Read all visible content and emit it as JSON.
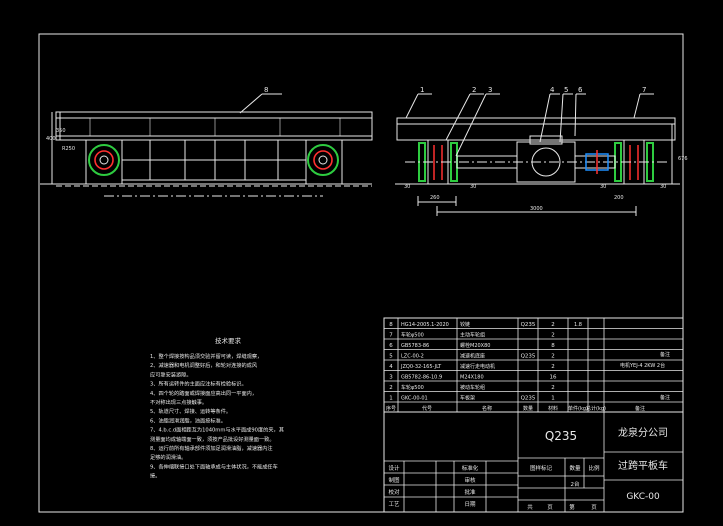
{
  "views": {
    "side": {
      "balloons": [
        "8"
      ],
      "dims_left": [
        "400",
        "350",
        "R250"
      ],
      "dim_bottom_left": ""
    },
    "end": {
      "balloons": [
        "1",
        "2",
        "3",
        "4",
        "5",
        "6",
        "7"
      ],
      "dims": [
        "30",
        "30",
        "260",
        "30",
        "30",
        "3000",
        "676",
        "200"
      ]
    }
  },
  "notes": {
    "title": "技术要求",
    "lines": [
      "1、整个焊接按构品须交验并留可读，焊缝观察，",
      "2、减速器和电机调整好后，和轮对连接的成风",
      "   应可靠安装游隙。",
      "3、所有运转件的主面应注标有检验标识。",
      "4、四个轮的踏面或焊接面应高出同一平面内，",
      "   不对称出现三点接触事。",
      "5、轨道尺寸、焊接、运转等条件。",
      "6、油脂润滑润脂，油面按标准。",
      "7、4.b.c.d面相距互为1040mm与水平面成90度的夹，其",
      "   测量面均成轴端面一致，须按产品批设好测量面一致。",
      "8、运行前所有轴承部件须加足润滑油脂，减速器内注",
      "   足够的润滑油。",
      "9、各伸缩联接口处下面轴承成与主体状况，不能成任车",
      "   接。"
    ]
  },
  "bom": {
    "rows": [
      {
        "seq": "8",
        "code": "HG14-2005.1-2020",
        "name": "铰链",
        "qty": "2",
        "material": "Q235",
        "mass": "",
        "note": "1.8"
      },
      {
        "seq": "7",
        "code": "车轮φ500",
        "name": "主动车轮组",
        "qty": "2",
        "material": "",
        "mass": "",
        "note": ""
      },
      {
        "seq": "6",
        "code": "GB5783-86",
        "name": "螺栓M20X80",
        "qty": "8",
        "material": "",
        "mass": "",
        "note": ""
      },
      {
        "seq": "5",
        "code": "LZC-00-2",
        "name": "减速机底座",
        "qty": "2",
        "material": "Q235",
        "mass": "",
        "note": ""
      },
      {
        "seq": "4",
        "code": "JZQ0-32-165-JLT",
        "name": "减速行走电动机",
        "qty": "2",
        "material": "",
        "mass": "",
        "note": ""
      },
      {
        "seq": "3",
        "code": "GB5782-86-10.9",
        "name": "M24X180",
        "qty": "16",
        "material": "",
        "mass": "",
        "note": ""
      },
      {
        "seq": "2",
        "code": "车轮φ500",
        "name": "被动车轮组",
        "qty": "2",
        "material": "",
        "mass": "",
        "note": ""
      },
      {
        "seq": "1",
        "code": "GKC-00-01",
        "name": "车板架",
        "qty": "1",
        "material": "Q235",
        "mass": "",
        "note": ""
      }
    ],
    "header": [
      "序号",
      "代号",
      "名称",
      "数量",
      "材料",
      "单件(kg)",
      "总计(kg)",
      "备注"
    ],
    "side_notes": [
      "备注",
      "电机YEJ-4 2KW 2台",
      "备注"
    ]
  },
  "title_block": {
    "material": "Q235",
    "company": "龙泉分公司",
    "product": "过跨平板车",
    "drawing_no": "GKC-00",
    "stage_label": "图样标记",
    "qty_label": "数量",
    "scale_label": "比例",
    "qty_value": "2台",
    "rev_labels": [
      "标准化",
      "审核",
      "批准"
    ],
    "roles": [
      "设计",
      "制图",
      "校对",
      "工艺"
    ],
    "date_label": "日期",
    "sheet_labels": [
      "共",
      "页",
      "第",
      "页"
    ]
  }
}
